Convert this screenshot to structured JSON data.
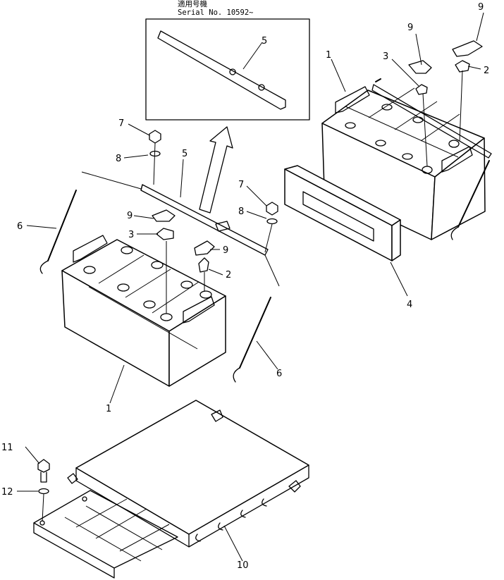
{
  "header": {
    "japanese_line": "適用号機",
    "serial_line": "Serial No. 10592~"
  },
  "callouts": {
    "c1_right": "1",
    "c1_left": "1",
    "c2_right": "2",
    "c2_left": "2",
    "c3_right": "3",
    "c3_left": "3",
    "c4": "4",
    "c5_inset": "5",
    "c5_main": "5",
    "c6_left": "6",
    "c6_right": "6",
    "c7_left": "7",
    "c7_right": "7",
    "c8_left": "8",
    "c8_right": "8",
    "c9_top1": "9",
    "c9_top2": "9",
    "c9_left": "9",
    "c9_mid": "9",
    "c10": "10",
    "c11": "11",
    "c12": "12"
  }
}
